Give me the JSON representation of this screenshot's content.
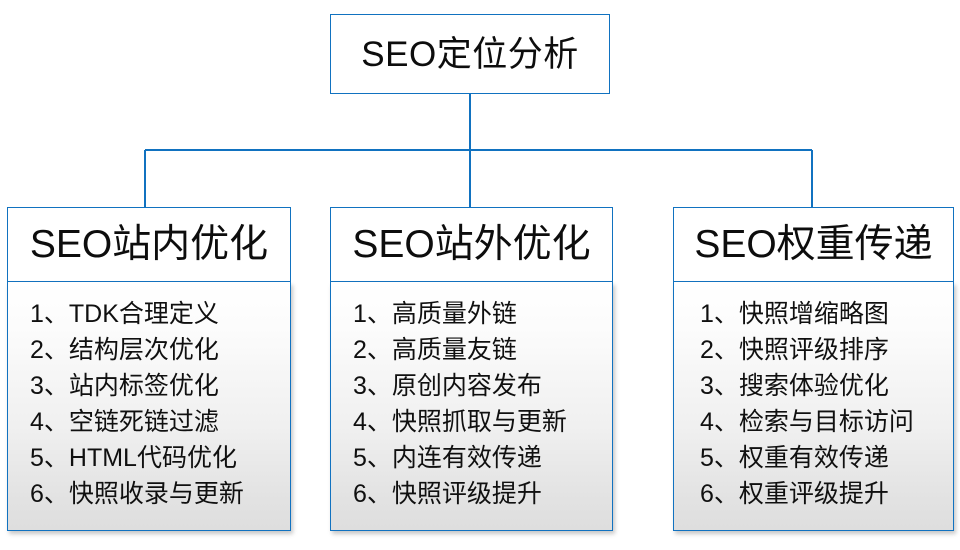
{
  "diagram": {
    "type": "org-chart",
    "accent_color": "#1172c0",
    "text_color": "#0d0d0d",
    "body_gradient_top": "#ffffff",
    "body_gradient_bottom": "#dedede",
    "root": {
      "title": "SEO定位分析"
    },
    "branches": [
      {
        "header": "SEO站内优化",
        "items": [
          {
            "index": "1、",
            "label": "TDK合理定义"
          },
          {
            "index": "2、",
            "label": "结构层次优化"
          },
          {
            "index": "3、",
            "label": "站内标签优化"
          },
          {
            "index": "4、",
            "label": "空链死链过滤"
          },
          {
            "index": "5、",
            "label": "HTML代码优化"
          },
          {
            "index": "6、",
            "label": "快照收录与更新"
          }
        ]
      },
      {
        "header": "SEO站外优化",
        "items": [
          {
            "index": "1、",
            "label": "高质量外链"
          },
          {
            "index": "2、",
            "label": "高质量友链"
          },
          {
            "index": "3、",
            "label": "原创内容发布"
          },
          {
            "index": "4、",
            "label": "快照抓取与更新"
          },
          {
            "index": "5、",
            "label": "内连有效传递"
          },
          {
            "index": "6、",
            "label": "快照评级提升"
          }
        ]
      },
      {
        "header": "SEO权重传递",
        "items": [
          {
            "index": "1、",
            "label": "快照增缩略图"
          },
          {
            "index": "2、",
            "label": "快照评级排序"
          },
          {
            "index": "3、",
            "label": "搜索体验优化"
          },
          {
            "index": "4、",
            "label": "检索与目标访问"
          },
          {
            "index": "5、",
            "label": "权重有效传递"
          },
          {
            "index": "6、",
            "label": "权重评级提升"
          }
        ]
      }
    ]
  }
}
